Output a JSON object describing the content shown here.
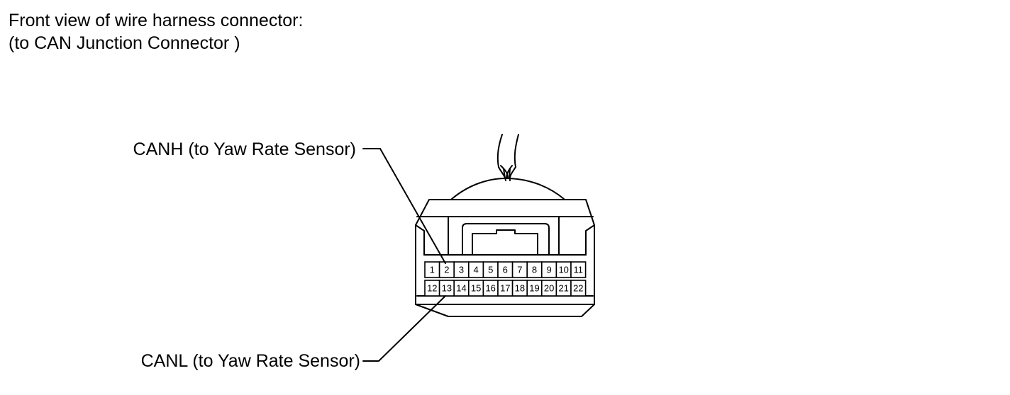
{
  "title": {
    "line1": "Front view of wire harness connector:",
    "line2": "(to CAN Junction Connector )"
  },
  "callouts": {
    "canh": "CANH (to Yaw Rate Sensor)",
    "canl": "CANL (to Yaw Rate Sensor)"
  },
  "connector": {
    "top_row": [
      "1",
      "2",
      "3",
      "4",
      "5",
      "6",
      "7",
      "8",
      "9",
      "10",
      "11"
    ],
    "bottom_row": [
      "12",
      "13",
      "14",
      "15",
      "16",
      "17",
      "18",
      "19",
      "20",
      "21",
      "22"
    ],
    "highlighted_pins": [
      "2",
      "13"
    ]
  }
}
